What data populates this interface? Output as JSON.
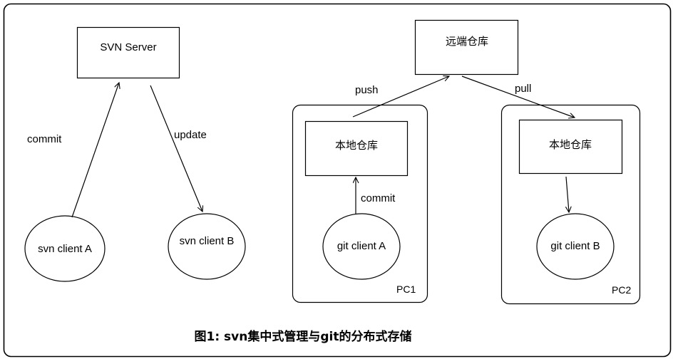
{
  "figure": {
    "caption": "图1: svn集中式管理与git的分布式存储",
    "background_color": "#ffffff",
    "stroke_color": "#000000",
    "text_color": "#000000"
  },
  "svn_side": {
    "server_box": {
      "label": "SVN Server"
    },
    "client_a": {
      "label": "svn client A"
    },
    "client_b": {
      "label": "svn client B"
    },
    "edges": {
      "commit": "commit",
      "update": "update"
    }
  },
  "git_side": {
    "remote_repo": {
      "label": "远端仓库"
    },
    "edges": {
      "push": "push",
      "pull": "pull",
      "commit": "commit"
    },
    "pc1": {
      "name": "PC1",
      "local_repo": "本地仓库",
      "client": "git client A"
    },
    "pc2": {
      "name": "PC2",
      "local_repo": "本地仓库",
      "client": "git client B"
    }
  }
}
